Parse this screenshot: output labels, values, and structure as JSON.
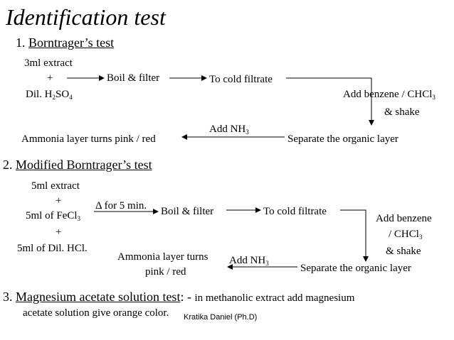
{
  "title": "Identification test",
  "section1": {
    "heading_num": "1.",
    "heading": "Borntrager’s test",
    "extract": "3ml extract",
    "plus": "+",
    "reagent_pre": "Dil. H",
    "reagent_sub1": "2",
    "reagent_mid": "SO",
    "reagent_sub2": "4",
    "boil": "Boil & filter",
    "cold": "To cold filtrate",
    "benzene_line1_pre": "Add benzene / CHCl",
    "benzene_line1_sub": "3",
    "benzene_line2": "& shake",
    "separate": "Separate the organic layer",
    "nh3_pre": "Add NH",
    "nh3_sub": "3",
    "result": "Ammonia layer turns pink / red"
  },
  "section2": {
    "heading_num": "2.",
    "heading": "Modified Borntrager’s test",
    "extract": "5ml extract",
    "plus1": "+",
    "fecl_pre": "5ml of FeCl",
    "fecl_sub": "3",
    "plus2": "+",
    "hcl": "5ml of Dil. HCl.",
    "delta": "Δ for 5 min.",
    "boil": "Boil & filter",
    "cold": "To cold filtrate",
    "benzene_line1": "Add benzene",
    "benzene_line2_pre": "/ CHCl",
    "benzene_line2_sub": "3",
    "benzene_line3": "& shake",
    "separate": "Separate the organic layer",
    "nh3_pre": "Add NH",
    "nh3_sub": "3",
    "result_line1": "Ammonia layer turns",
    "result_line2": "pink / red"
  },
  "section3": {
    "heading_num": "3.",
    "heading": "Magnesium acetate solution test",
    "sep": ": -",
    "text_line1": "in methanolic extract add magnesium",
    "text_line2": "acetate solution give orange color."
  },
  "footer": {
    "author": "Kratika Daniel (Ph.D)"
  }
}
